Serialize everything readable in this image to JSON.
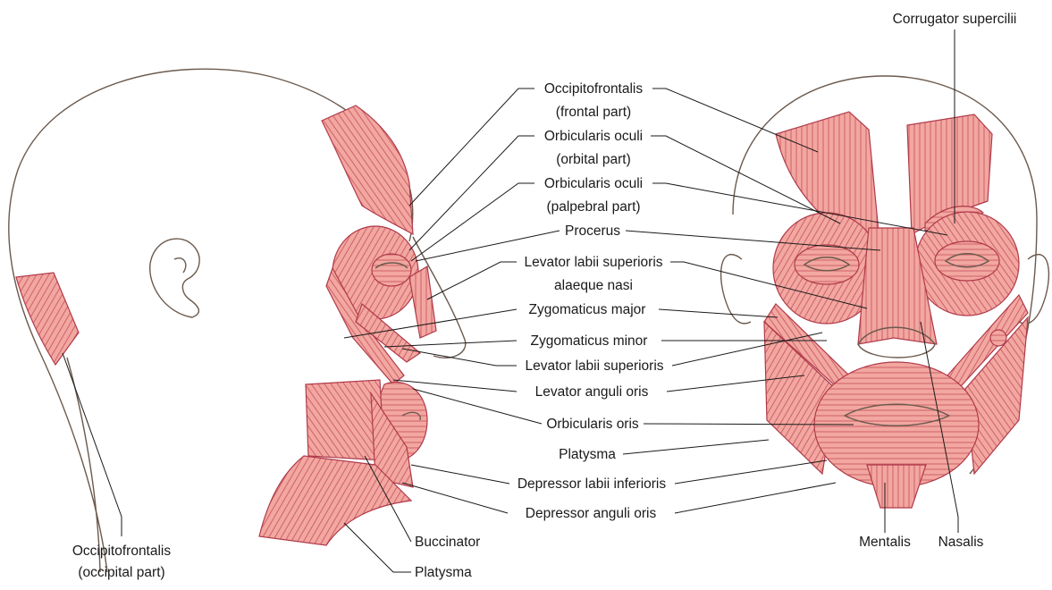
{
  "colors": {
    "muscle_fill": "#f2a7a0",
    "muscle_stroke": "#b03a4a",
    "outline": "#6b5a4e",
    "text": "#1a1a1a"
  },
  "labels": {
    "corrugator_supercilii": "Corrugator supercilii",
    "occipitofrontalis_frontal_1": "Occipitofrontalis",
    "occipitofrontalis_frontal_2": "(frontal part)",
    "orbicularis_oculi_orbital_1": "Orbicularis oculi",
    "orbicularis_oculi_orbital_2": "(orbital part)",
    "orbicularis_oculi_palpebral_1": "Orbicularis oculi",
    "orbicularis_oculi_palpebral_2": "(palpebral part)",
    "procerus": "Procerus",
    "levator_labii_alaeque_1": "Levator labii superioris",
    "levator_labii_alaeque_2": "alaeque nasi",
    "zygomaticus_major": "Zygomaticus major",
    "zygomaticus_minor": "Zygomaticus minor",
    "levator_labii_superioris": "Levator labii superioris",
    "levator_anguli_oris": "Levator anguli oris",
    "orbicularis_oris": "Orbicularis oris",
    "platysma_mid": "Platysma",
    "depressor_labii_inferioris": "Depressor labii inferioris",
    "depressor_anguli_oris": "Depressor anguli oris",
    "buccinator": "Buccinator",
    "platysma_bottom": "Platysma",
    "occipitofrontalis_occipital_1": "Occipitofrontalis",
    "occipitofrontalis_occipital_2": "(occipital part)",
    "mentalis": "Mentalis",
    "nasalis": "Nasalis"
  }
}
